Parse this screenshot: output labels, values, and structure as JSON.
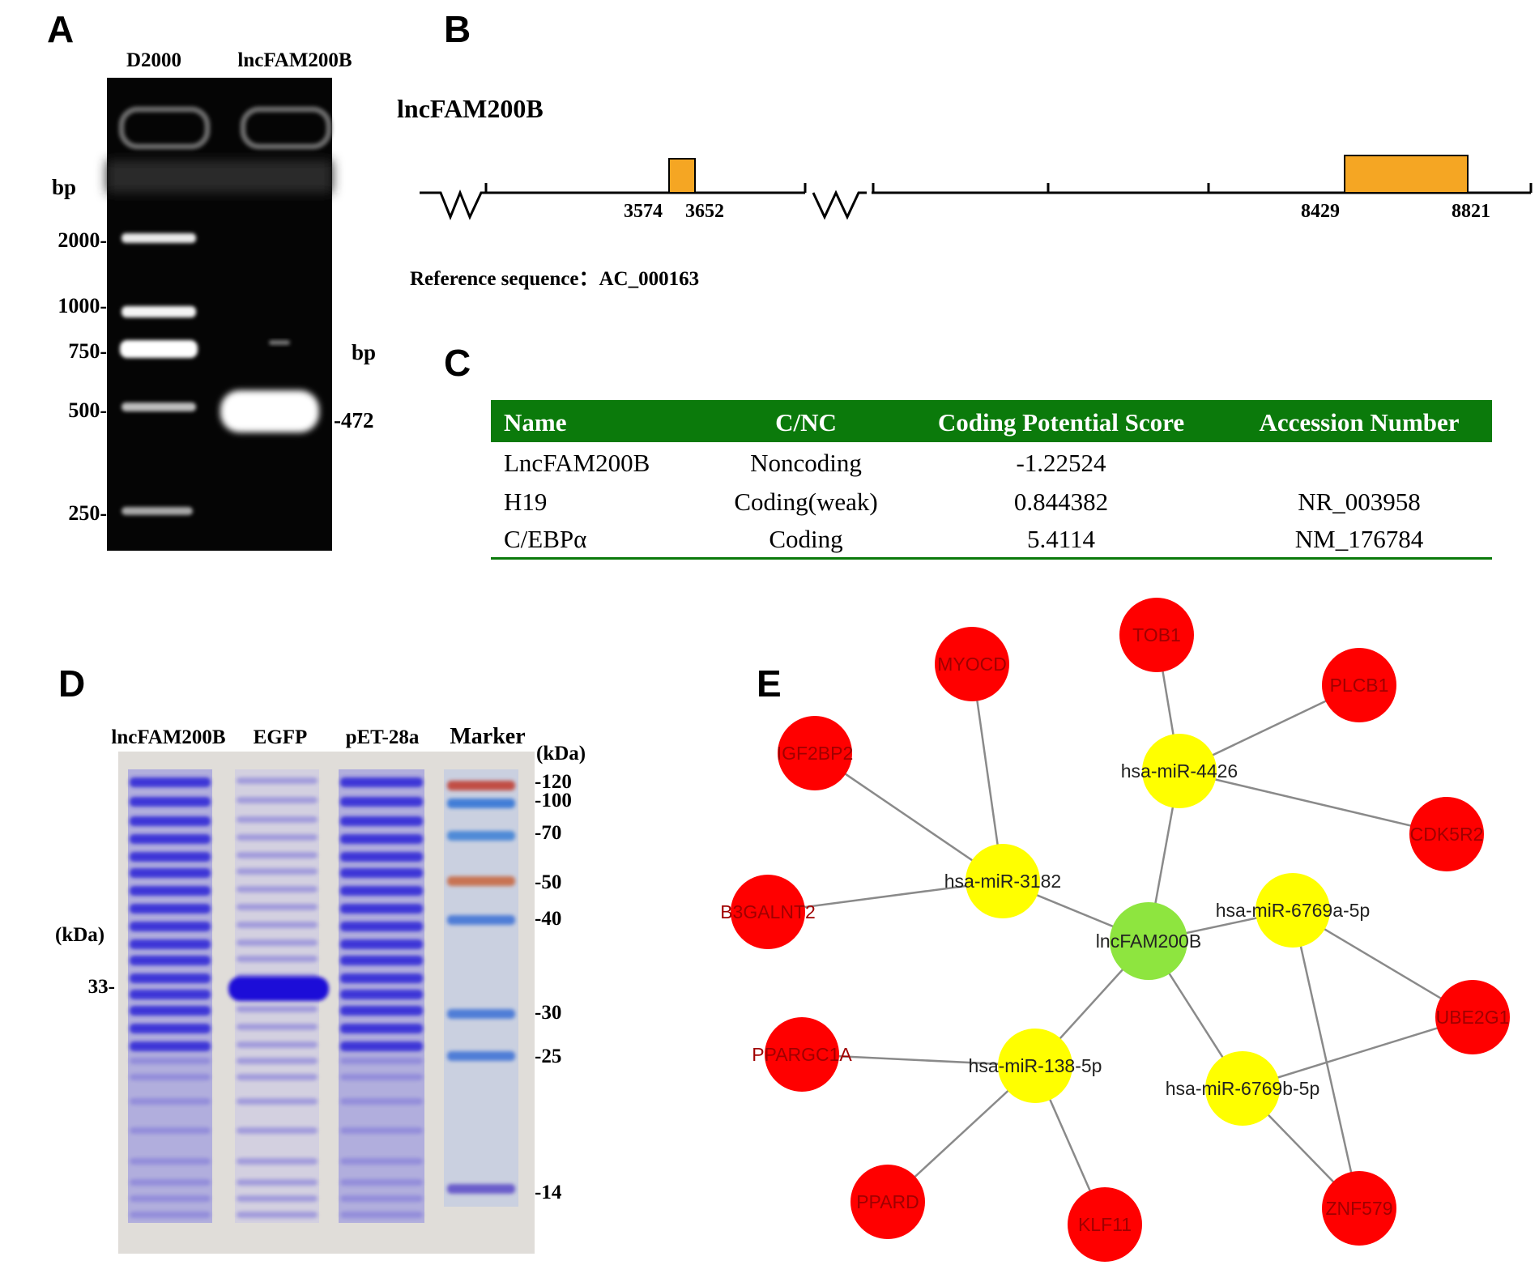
{
  "panels": {
    "a": "A",
    "b": "B",
    "c": "C",
    "d": "D",
    "e": "E"
  },
  "gel": {
    "lane_labels": [
      "D2000",
      "lncFAM200B"
    ],
    "unit_left": "bp",
    "unit_right": "bp",
    "ladder": [
      "2000-",
      "1000-",
      "750-",
      "500-",
      "250-"
    ],
    "product_label": "-472"
  },
  "gene": {
    "title": "lncFAM200B",
    "exon1": {
      "start": "3574",
      "end": "3652"
    },
    "exon2": {
      "start": "8429",
      "end": "8821"
    },
    "exon_color": "#f5a623",
    "reference": "Reference sequence：AC_000163"
  },
  "table": {
    "header_color": "#0b7a0b",
    "headers": [
      "Name",
      "C/NC",
      "Coding Potential Score",
      "Accession Number"
    ],
    "rows": [
      [
        "LncFAM200B",
        "Noncoding",
        "-1.22524",
        ""
      ],
      [
        "H19",
        "Coding(weak)",
        "0.844382",
        "NR_003958"
      ],
      [
        "C/EBPα",
        "Coding",
        "5.4114",
        "NM_176784"
      ]
    ]
  },
  "sds": {
    "lane_labels": [
      "lncFAM200B",
      "EGFP",
      "pET-28a",
      "Marker"
    ],
    "unit_right": "(kDa)",
    "unit_left": "(kDa)",
    "marker_labels": [
      "-120",
      "-100",
      "-70",
      "-50",
      "-40",
      "-30",
      "-25",
      "-14"
    ],
    "target_label": "33-"
  },
  "network": {
    "colors": {
      "lnc": "#8ee53f",
      "mirna": "#ffff00",
      "gene": "#ff0000"
    },
    "center": "lncFAM200B",
    "mirnas": [
      "hsa-miR-4426",
      "hsa-miR-3182",
      "hsa-miR-6769a-5p",
      "hsa-miR-138-5p",
      "hsa-miR-6769b-5p"
    ],
    "genes": [
      "TOB1",
      "MYOCD",
      "PLCB1",
      "IGF2BP2",
      "CDK5R2",
      "B3GALNT2",
      "UBE2G1",
      "PPARGC1A",
      "PPARD",
      "KLF11",
      "ZNF579"
    ]
  }
}
